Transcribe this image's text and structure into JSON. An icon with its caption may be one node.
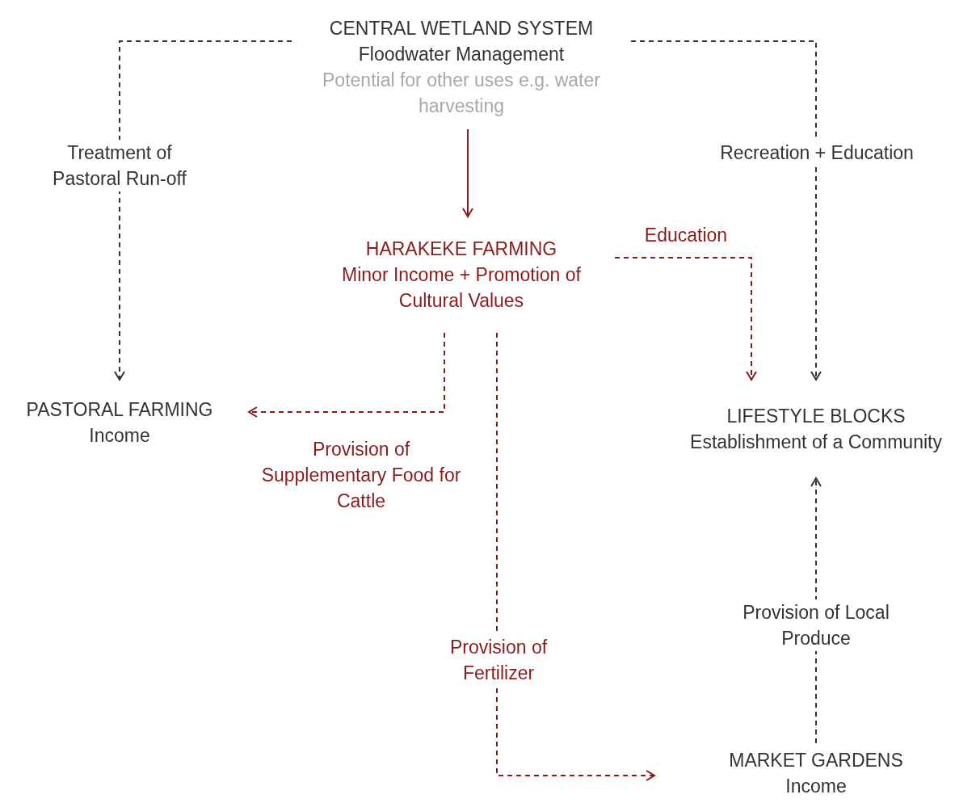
{
  "diagram": {
    "nodes": [
      {
        "text": [
          "CENTRAL WETLAND SYSTEM",
          "Floodwater Management",
          "Potential for other uses e.g. water harvesting"
        ]
      },
      {
        "text": [
          "HARAKEKE FARMING",
          "Minor Income + Promotion of Cultural Values"
        ]
      },
      {
        "text": [
          "PASTORAL FARMING",
          "Income"
        ]
      },
      {
        "text": [
          "LIFESTYLE BLOCKS",
          "Establishment of a Community"
        ]
      },
      {
        "text": [
          "MARKET GARDENS",
          "Income"
        ]
      }
    ],
    "edges": [
      {
        "from": 0,
        "to": 2,
        "arrow": "to",
        "label": "Treatment of Pastoral Run-off",
        "style": "dashed",
        "color": "#333333"
      },
      {
        "from": 0,
        "to": 3,
        "arrow": "to",
        "label": "Recreation + Education",
        "style": "dashed",
        "color": "#333333"
      },
      {
        "from": 0,
        "to": 1,
        "arrow": "to"
      },
      {
        "from": 1,
        "to": 3,
        "arrow": "to",
        "label": "Education",
        "style": "dashed"
      },
      {
        "from": 1,
        "to": 2,
        "arrow": "to",
        "label": "Provision of Supplementary Food for Cattle",
        "style": "dashed"
      },
      {
        "from": 1,
        "to": 4,
        "arrow": "to",
        "label": "Provision of Fertilizer",
        "style": "dashed"
      },
      {
        "from": 4,
        "to": 3,
        "arrow": "to",
        "label": "Provision of Local Produce",
        "style": "dashed",
        "color": "#333333"
      }
    ]
  }
}
